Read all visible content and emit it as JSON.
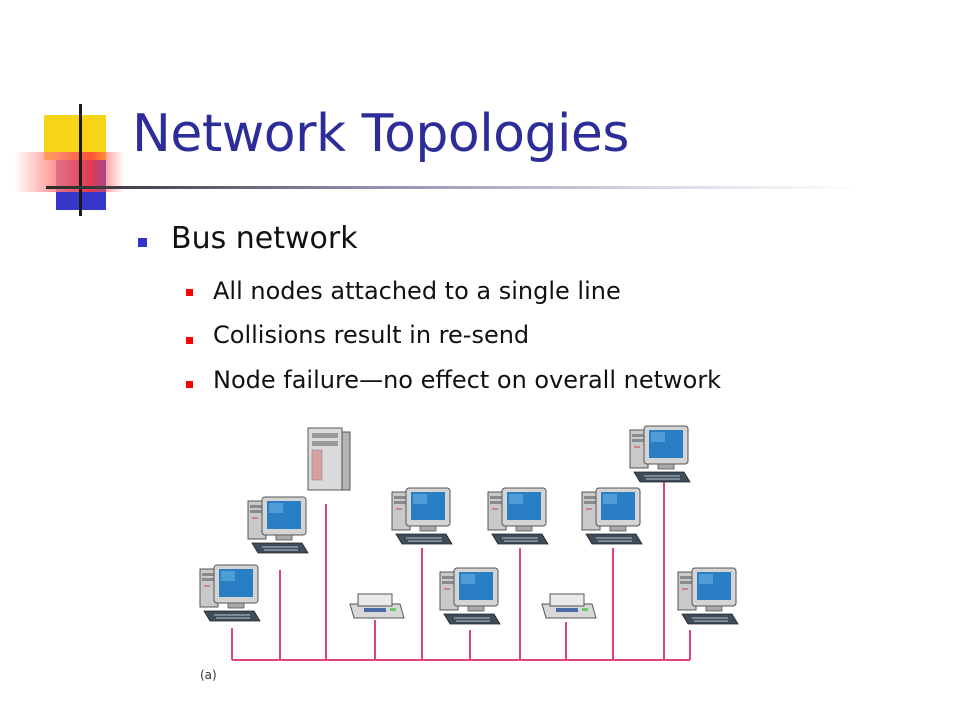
{
  "slide": {
    "title": "Network Topologies",
    "bullet": "Bus network",
    "sub_bullets": [
      "All nodes attached to a single line",
      "Collisions result in re-send",
      "Node failure—no effect on overall network"
    ],
    "figure_label": "(a)"
  },
  "colors": {
    "title": "#2d2d9a",
    "bullet_marker": "#3333cc",
    "sub_bullet_marker": "#ff0000",
    "bus_line": "#e0427a",
    "monitor_screen": "#2a7fc4"
  },
  "diagram": {
    "nodes": [
      {
        "kind": "workstation"
      },
      {
        "kind": "workstation"
      },
      {
        "kind": "server"
      },
      {
        "kind": "printer"
      },
      {
        "kind": "workstation"
      },
      {
        "kind": "workstation"
      },
      {
        "kind": "workstation"
      },
      {
        "kind": "printer"
      },
      {
        "kind": "workstation"
      },
      {
        "kind": "workstation"
      },
      {
        "kind": "workstation"
      }
    ]
  }
}
